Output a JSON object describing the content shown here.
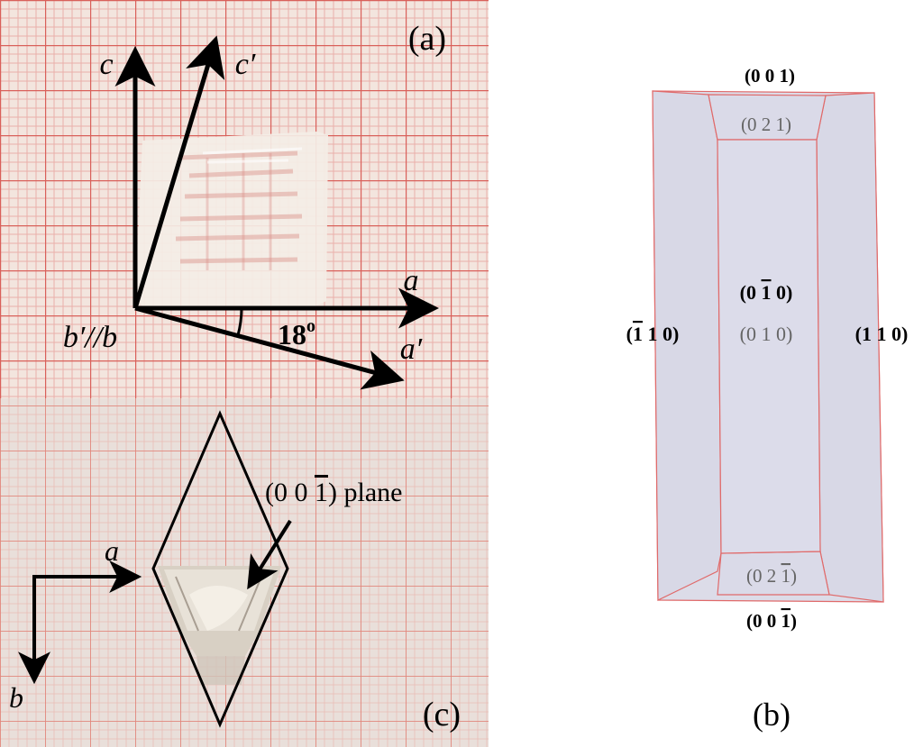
{
  "panel_a": {
    "panel_label": "(a)",
    "axis_c": "c",
    "axis_c_prime": "c′",
    "axis_a": "a",
    "axis_a_prime": "a′",
    "axis_b": "b′//b",
    "angle_value": "18",
    "angle_unit": "o"
  },
  "panel_c": {
    "panel_label": "(c)",
    "plane_label_pre": "(0 0 ",
    "plane_label_bar": "1",
    "plane_label_post": ") plane",
    "axis_a": "a",
    "axis_b": "b"
  },
  "panel_b": {
    "panel_label": "(b)",
    "face_top": {
      "pre": "(0 0 1)",
      "bar": "",
      "post": ""
    },
    "face_top_inner": {
      "pre": "(0 2 1)",
      "bar": "",
      "post": ""
    },
    "face_center_front": {
      "pre": "(0 ",
      "bar": "1",
      "post": " 0)"
    },
    "face_center_back": {
      "pre": "(0 1 0)",
      "bar": "",
      "post": ""
    },
    "face_left": {
      "pre": "(",
      "bar": "1",
      "post": " 1 0)"
    },
    "face_right": {
      "pre": "(1 1 0)",
      "bar": "",
      "post": ""
    },
    "face_bottom_inner": {
      "pre": "(0 2 ",
      "bar": "1",
      "post": ")"
    },
    "face_bottom": {
      "pre": "(0 0 ",
      "bar": "1",
      "post": ")"
    },
    "colors": {
      "face_fill": "#dcdce8",
      "edge": "#e06a6a"
    }
  },
  "colors": {
    "graph_paper_a": "#f3e5de",
    "graph_paper_c": "#e8ddd8",
    "grid_minor": "#e8a6a0",
    "grid_major": "#d9605a"
  }
}
